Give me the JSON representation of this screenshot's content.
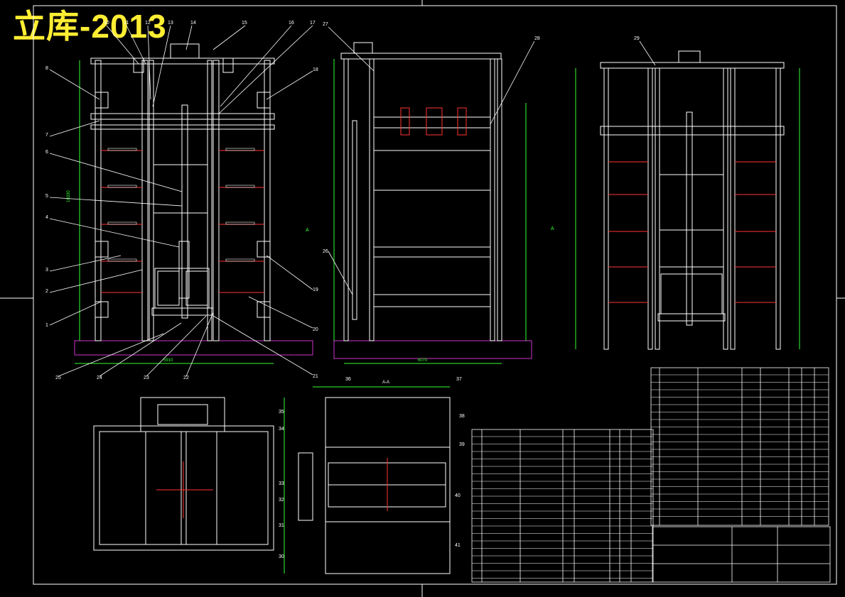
{
  "title": "立库-2013",
  "balloons_front": {
    "top": [
      "10",
      "11",
      "12",
      "13",
      "14",
      "15",
      "16",
      "17"
    ],
    "left": [
      "8",
      "7",
      "6",
      "5",
      "4",
      "3",
      "2",
      "1"
    ],
    "right": [
      "18",
      "19",
      "20",
      "21"
    ],
    "bottom": [
      "25",
      "24",
      "23",
      "22"
    ]
  },
  "balloons_side": [
    "27",
    "28",
    "26"
  ],
  "balloons_right": [
    "29"
  ],
  "balloons_plan": [
    "36",
    "37",
    "35",
    "34",
    "33",
    "32",
    "31",
    "30",
    "38",
    "39",
    "40",
    "41"
  ],
  "section_label": "A-A",
  "view_marks": [
    "A",
    "A"
  ],
  "colors": {
    "frame": "#ffffff",
    "dimension": "#33ff33",
    "leader": "#ffffff",
    "accent_red": "#ff3333",
    "foundation": "#cc33cc",
    "table_line": "#ffffff",
    "table_text": "#33ff33",
    "title_text": "#ffee33"
  }
}
